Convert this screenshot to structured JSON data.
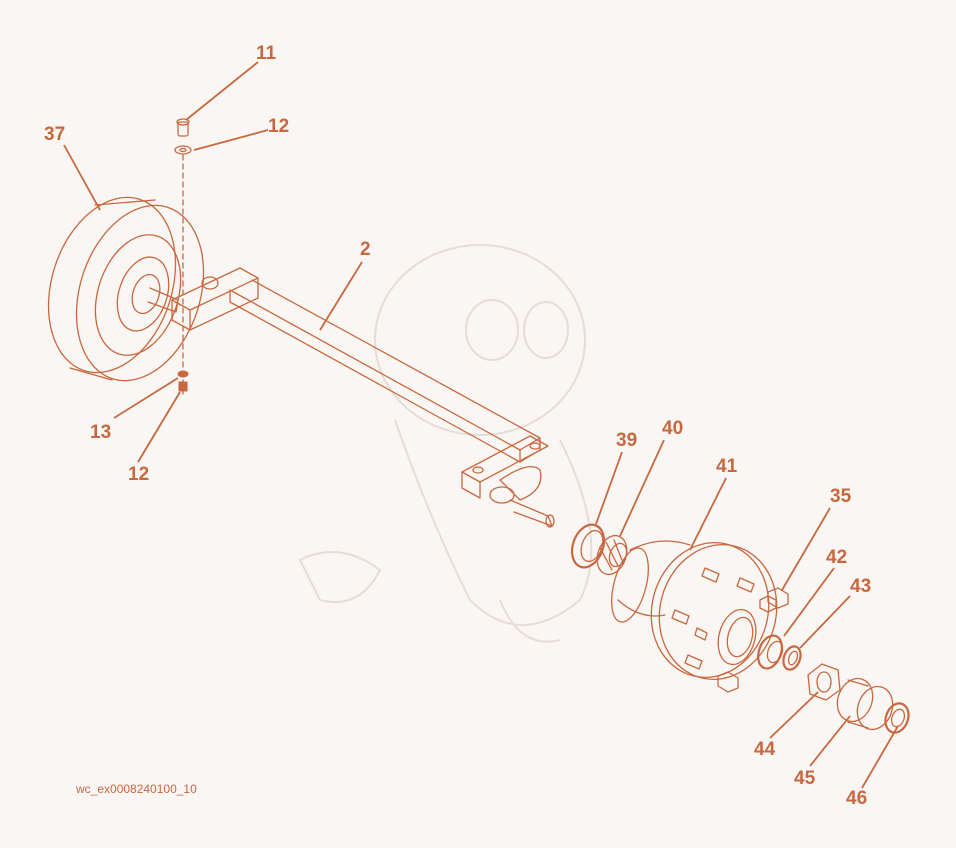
{
  "diagram": {
    "caption": "wc_ex0008240100_10",
    "callouts": [
      {
        "id": "c11a",
        "text": "11"
      },
      {
        "id": "c12a",
        "text": "12"
      },
      {
        "id": "c37",
        "text": "37"
      },
      {
        "id": "c2",
        "text": "2"
      },
      {
        "id": "c13",
        "text": "13"
      },
      {
        "id": "c12b",
        "text": "12"
      },
      {
        "id": "c39",
        "text": "39"
      },
      {
        "id": "c40",
        "text": "40"
      },
      {
        "id": "c41",
        "text": "41"
      },
      {
        "id": "c35",
        "text": "35"
      },
      {
        "id": "c42",
        "text": "42"
      },
      {
        "id": "c43",
        "text": "43"
      },
      {
        "id": "c44",
        "text": "44"
      },
      {
        "id": "c45",
        "text": "45"
      },
      {
        "id": "c46",
        "text": "46"
      }
    ]
  },
  "colors": {
    "line": "#c8683f",
    "background": "#faf6f3",
    "watermark": "#e6ddd6"
  }
}
